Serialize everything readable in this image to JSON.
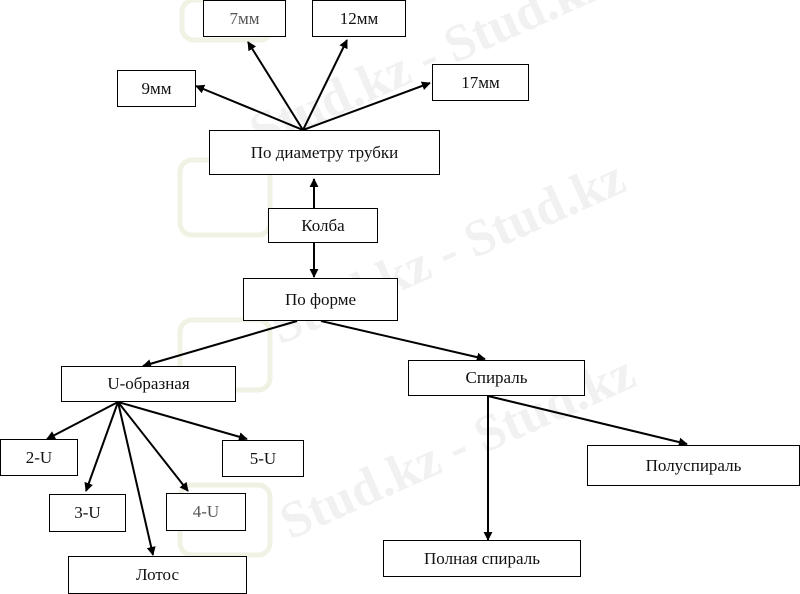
{
  "nodes": {
    "mm7": "7мм",
    "mm12": "12мм",
    "mm9": "9мм",
    "mm17": "17мм",
    "diameter": "По диаметру трубки",
    "kolba": "Колба",
    "shape": "По форме",
    "u_shape": "U-образная",
    "spiral": "Спираль",
    "u2": "2-U",
    "u5": "5-U",
    "u3": "3-U",
    "u4": "4-U",
    "lotus": "Лотос",
    "half_spiral": "Полуспираль",
    "full_spiral": "Полная спираль"
  },
  "watermark": "Stud.kz - Stud.kz"
}
